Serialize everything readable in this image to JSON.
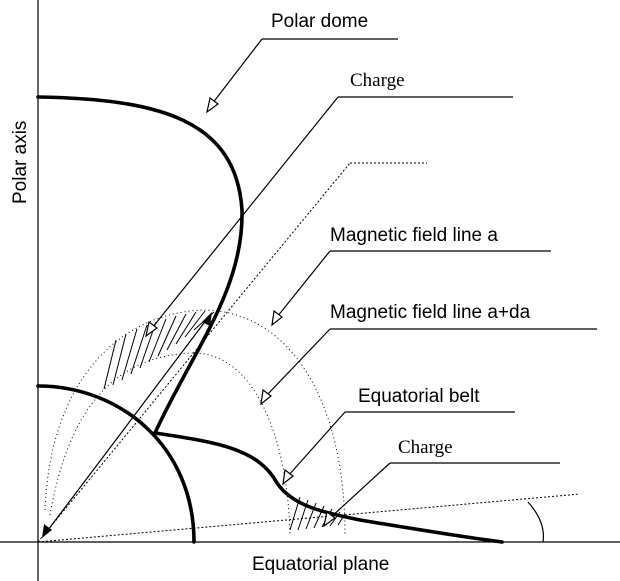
{
  "labels": {
    "polar_axis": "Polar axis",
    "equatorial_plane": "Equatorial plane",
    "polar_dome": "Polar dome",
    "charge_top": "Charge",
    "field_line_a": "Magnetic field line a",
    "field_line_a_da": "Magnetic field line a+da",
    "equatorial_belt": "Equatorial belt",
    "charge_bottom": "Charge"
  },
  "colors": {
    "ink": "#000000",
    "background": "#ffffff"
  }
}
